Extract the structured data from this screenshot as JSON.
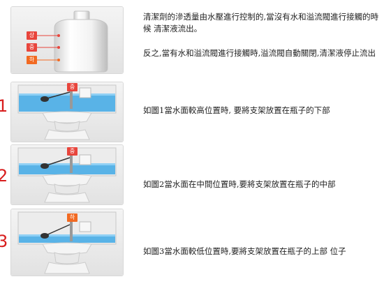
{
  "bottle_labels": [
    "상",
    "중",
    "하"
  ],
  "figures": [
    {
      "number": "1",
      "tag": "중"
    },
    {
      "number": "2",
      "tag": "중"
    },
    {
      "number": "3",
      "tag": "하"
    }
  ],
  "paragraphs": {
    "intro": "清潔劑的滲透量由水壓進行控制的,當沒有水和溢流閥進行接觸的時候 清潔液流出。",
    "contrast": "反之,當有水和溢流閥進行接觸時,溢流閥自動關閉,清潔液停止流出",
    "fig1": "如圖1當水面較高位置時, 要將支架放置在瓶子的下部",
    "fig2": "如圖2當水面在中間位置時,要將支架放置在瓶子的中部",
    "fig3": "如圖3當水面較低位置時,要將支架放置在瓶子的上部 位子"
  },
  "colors": {
    "water": "#3fa9e6",
    "tag_orange": "#f26a22",
    "tag_red": "#e8453c",
    "step_number": "#d81e1e"
  }
}
